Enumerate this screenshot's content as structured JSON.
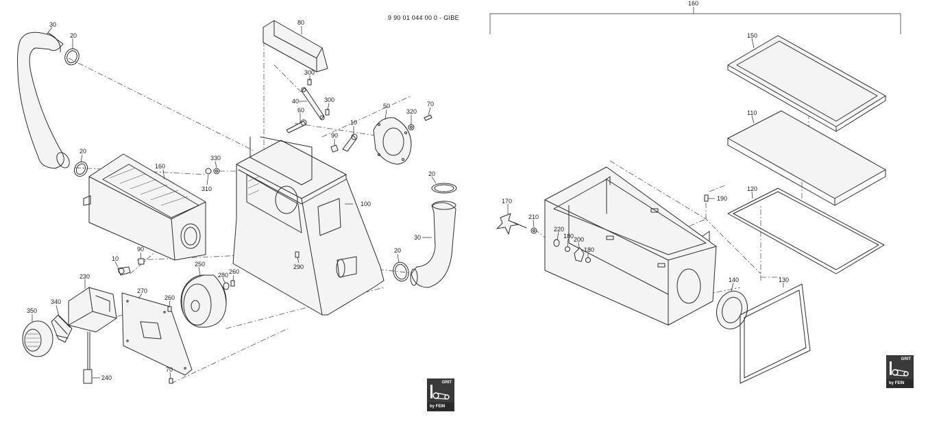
{
  "document_number": "9 90 01 044 00 0 - GIBE",
  "brand_logo": {
    "top_text": "GRIT",
    "bottom_text": "by FEIN"
  },
  "left_callouts": {
    "c30a": "30",
    "c20a": "20",
    "c20b": "20",
    "c160": "160",
    "c80": "80",
    "c300a": "300",
    "c40": "40",
    "c60": "60",
    "c300b": "300",
    "c10a": "10",
    "c90a": "90",
    "c50": "50",
    "c320": "320",
    "c70a": "70",
    "c330": "330",
    "c310": "310",
    "c100": "100",
    "c20c": "20",
    "c30b": "30",
    "c20d": "20",
    "c10b": "10",
    "c90b": "90",
    "c290": "290",
    "c230": "230",
    "c340": "340",
    "c350": "350",
    "c270": "270",
    "c250": "250",
    "c280": "280",
    "c260a": "260",
    "c260b": "260",
    "c240": "240",
    "c70b": "70"
  },
  "right_callouts": {
    "c160": "160",
    "c150": "150",
    "c110": "110",
    "c120": "120",
    "c190": "190",
    "c170": "170",
    "c210": "210",
    "c220": "220",
    "c180a": "180",
    "c200": "200",
    "c180b": "180",
    "c140": "140",
    "c130": "130"
  }
}
